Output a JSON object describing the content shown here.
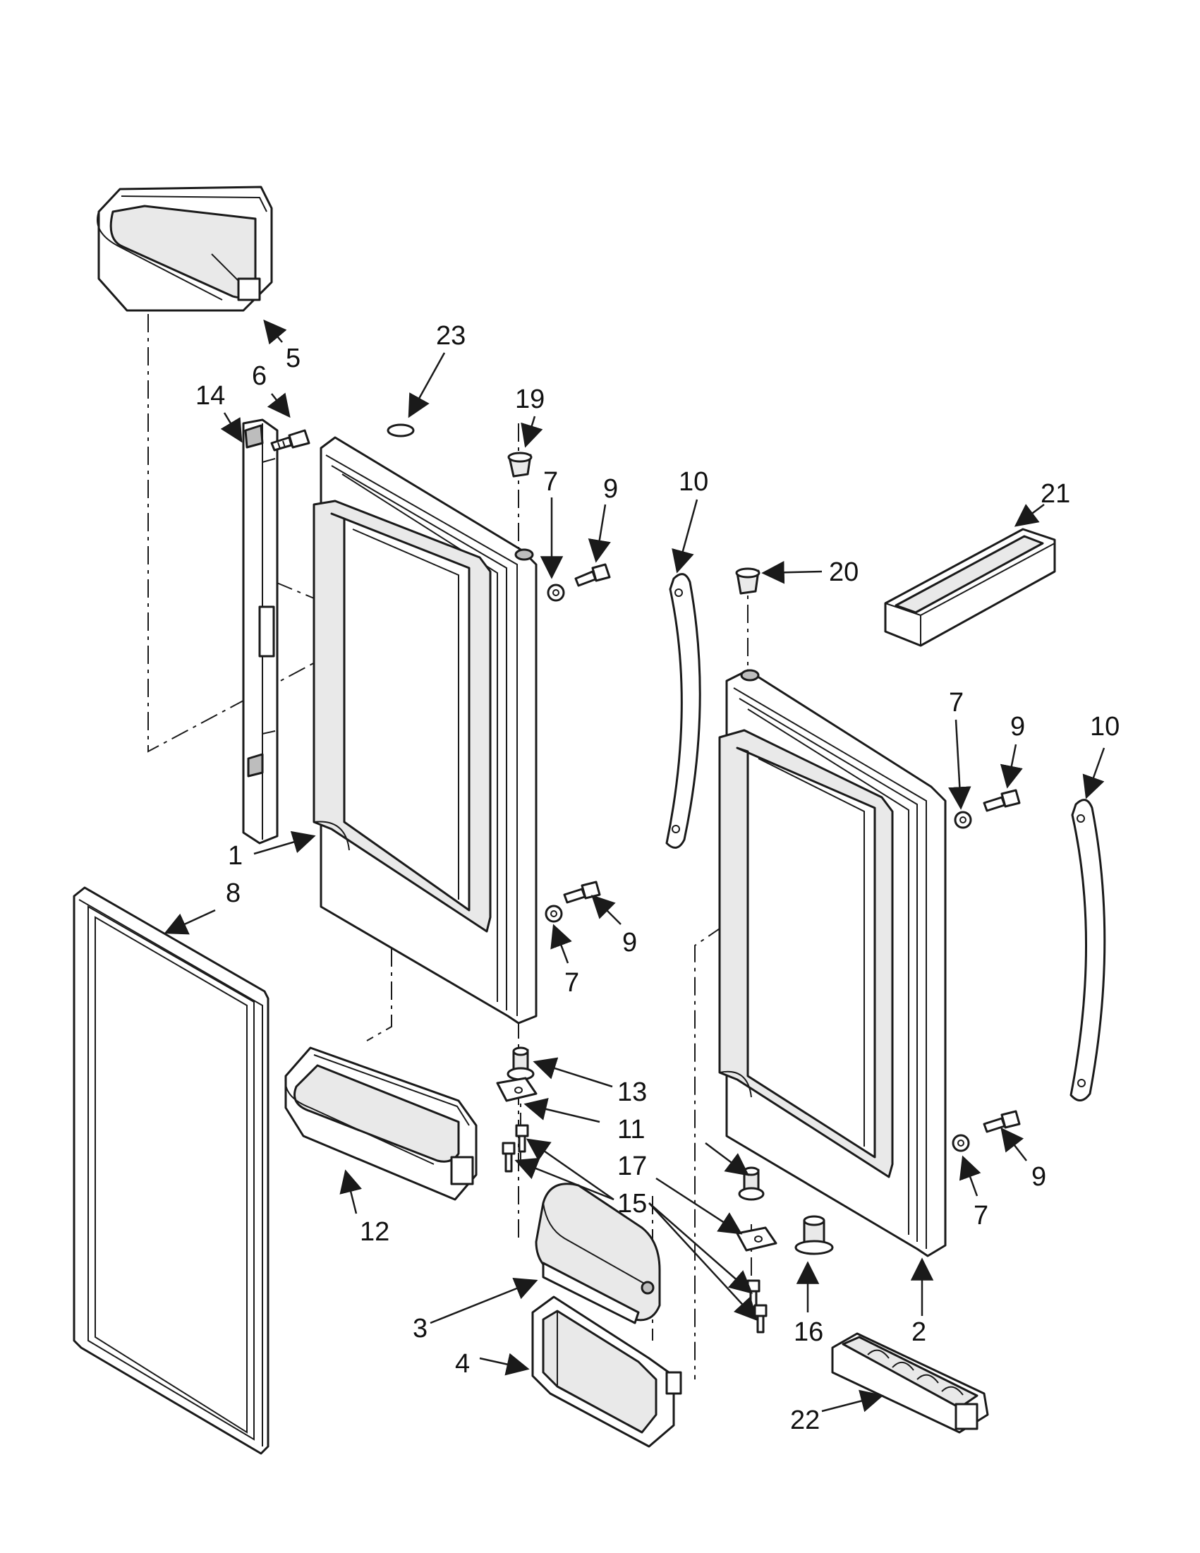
{
  "callouts": [
    {
      "id": "c5",
      "text": "5"
    },
    {
      "id": "c23",
      "text": "23"
    },
    {
      "id": "c6",
      "text": "6"
    },
    {
      "id": "c14",
      "text": "14"
    },
    {
      "id": "c19",
      "text": "19"
    },
    {
      "id": "c7a",
      "text": "7"
    },
    {
      "id": "c9a",
      "text": "9"
    },
    {
      "id": "c10a",
      "text": "10"
    },
    {
      "id": "c21",
      "text": "21"
    },
    {
      "id": "c20",
      "text": "20"
    },
    {
      "id": "c7b",
      "text": "7"
    },
    {
      "id": "c9b",
      "text": "9"
    },
    {
      "id": "c10b",
      "text": "10"
    },
    {
      "id": "c1",
      "text": "1"
    },
    {
      "id": "c8",
      "text": "8"
    },
    {
      "id": "c9c",
      "text": "9"
    },
    {
      "id": "c7c",
      "text": "7"
    },
    {
      "id": "c13",
      "text": "13"
    },
    {
      "id": "c11",
      "text": "11"
    },
    {
      "id": "c17",
      "text": "17"
    },
    {
      "id": "c15",
      "text": "15"
    },
    {
      "id": "c12",
      "text": "12"
    },
    {
      "id": "c9d",
      "text": "9"
    },
    {
      "id": "c7d",
      "text": "7"
    },
    {
      "id": "c3",
      "text": "3"
    },
    {
      "id": "c16",
      "text": "16"
    },
    {
      "id": "c2",
      "text": "2"
    },
    {
      "id": "c4",
      "text": "4"
    },
    {
      "id": "c22",
      "text": "22"
    }
  ]
}
